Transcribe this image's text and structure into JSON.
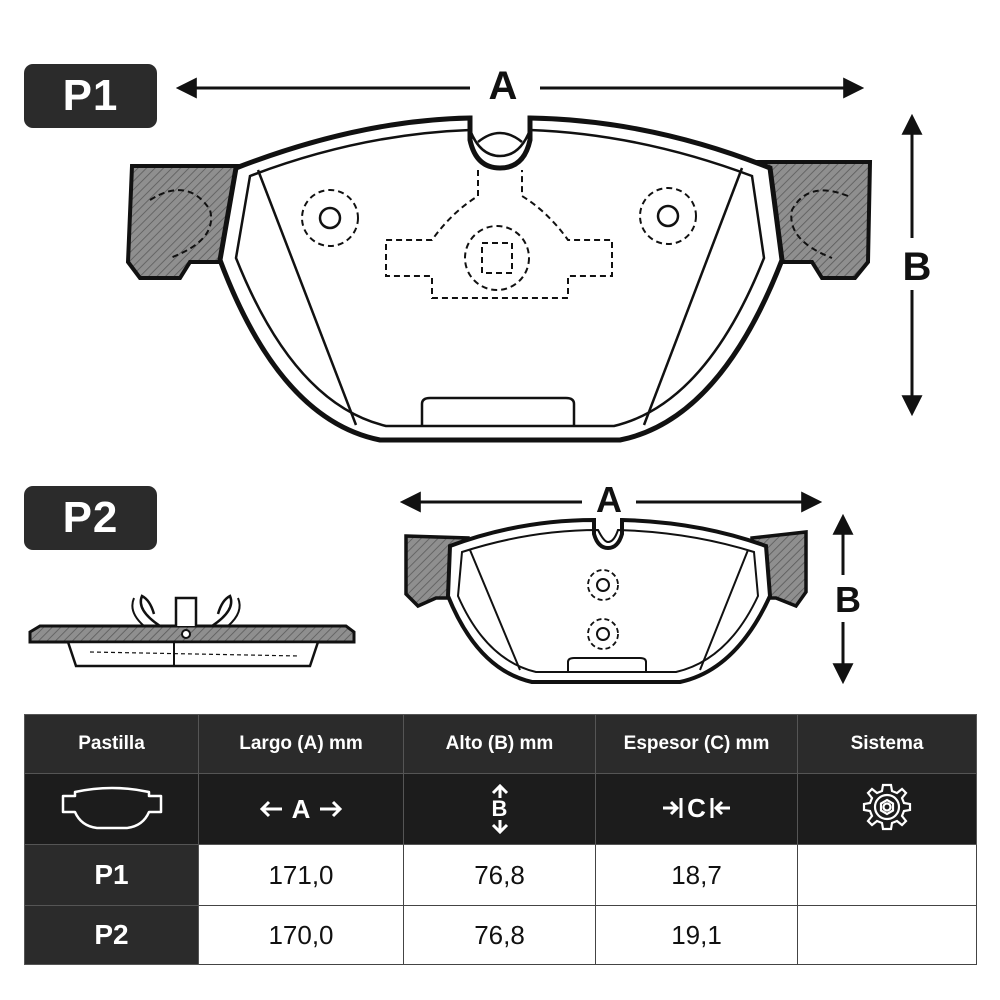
{
  "labels": {
    "p1": "P1",
    "p2": "P2",
    "dim_a": "A",
    "dim_b": "B"
  },
  "table": {
    "headers": [
      "Pastilla",
      "Largo (A) mm",
      "Alto (B) mm",
      "Espesor (C) mm",
      "Sistema"
    ],
    "icons": {
      "pad": "brake-pad-icon",
      "largo": "A",
      "alto": "B",
      "espesor": "C",
      "sistema": "gear-icon"
    },
    "rows": [
      {
        "name": "P1",
        "largo": "171,0",
        "alto": "76,8",
        "espesor": "18,7",
        "sistema": ""
      },
      {
        "name": "P2",
        "largo": "170,0",
        "alto": "76,8",
        "espesor": "19,1",
        "sistema": ""
      }
    ]
  },
  "colors": {
    "dark": "#2b2b2b",
    "hatch": "#9a9a9a",
    "line": "#111111"
  }
}
